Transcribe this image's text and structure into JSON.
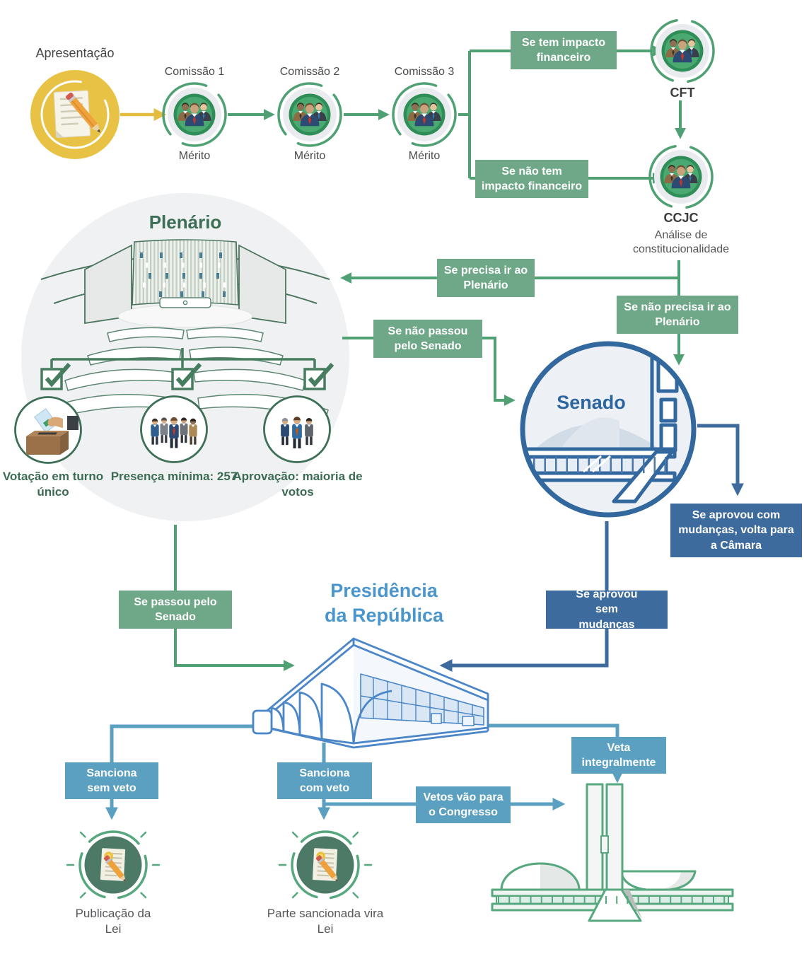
{
  "colors": {
    "green_line": "#4fa173",
    "green_box": "#6fa888",
    "dark_green": "#3c6e55",
    "yellow": "#e3bc40",
    "dark_blue_box": "#3d6b9e",
    "light_blue_box": "#5ba0c0",
    "senate_blue": "#33689e",
    "presidency_blue": "#4a96cc"
  },
  "start": {
    "label": "Apresentação"
  },
  "committees": [
    {
      "label": "Comissão 1",
      "sublabel": "Mérito"
    },
    {
      "label": "Comissão 2",
      "sublabel": "Mérito"
    },
    {
      "label": "Comissão 3",
      "sublabel": "Mérito"
    }
  ],
  "cft": {
    "label": "CFT"
  },
  "ccjc": {
    "label": "CCJC",
    "sublabel": "Análise de constitucionalidade"
  },
  "plenario": {
    "title": "Plenário",
    "requirements": [
      {
        "label": "Votação em turno único"
      },
      {
        "label": "Presença mínima: 257"
      },
      {
        "label": "Aprovação: maioria de votos"
      }
    ]
  },
  "senado": {
    "label": "Senado"
  },
  "presidencia": {
    "title": "Presidência da República"
  },
  "outcomes": {
    "publicacao": {
      "label": "Publicação da Lei"
    },
    "parte_sancionada": {
      "label": "Parte sancionada vira Lei"
    }
  },
  "decisions": {
    "tem_impacto": "Se tem impacto financeiro",
    "nao_tem_impacto": "Se não tem impacto financeiro",
    "precisa_plenario": "Se precisa ir ao Plenário",
    "nao_precisa_plenario": "Se não precisa ir ao Plenário",
    "nao_passou_senado": "Se não passou pelo Senado",
    "passou_senado": "Se passou pelo Senado",
    "aprovou_com_mudancas": "Se aprovou com mudanças, volta para a Câmara",
    "aprovou_sem_mudancas": "Se aprovou sem mudanças",
    "sanciona_sem_veto": "Sanciona sem veto",
    "sanciona_com_veto": "Sanciona com veto",
    "veta_integralmente": "Veta integralmente",
    "vetos_congresso": "Vetos vão para o Congresso"
  }
}
